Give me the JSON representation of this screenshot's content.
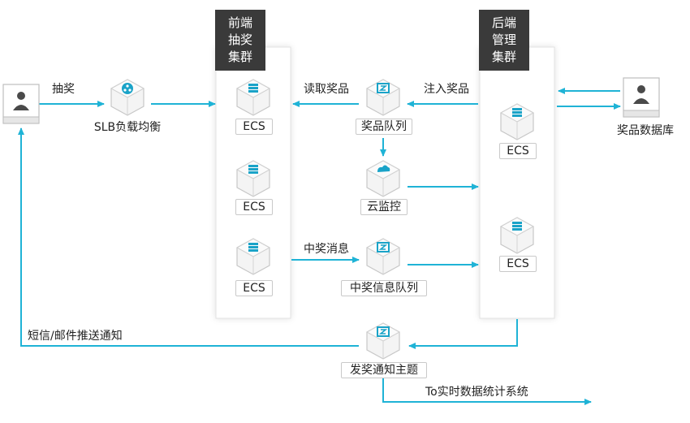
{
  "nodes": {
    "user": {
      "label": ""
    },
    "slb": {
      "label": "SLB负载均衡"
    },
    "ecs_front_1": {
      "label": "ECS"
    },
    "ecs_front_2": {
      "label": "ECS"
    },
    "ecs_front_3": {
      "label": "ECS"
    },
    "prize_queue": {
      "label": "奖品队列"
    },
    "cloud_monitor": {
      "label": "云监控"
    },
    "winning_queue": {
      "label": "中奖信息队列"
    },
    "ecs_back_1": {
      "label": "ECS"
    },
    "ecs_back_2": {
      "label": "ECS"
    },
    "prize_db": {
      "label": "奖品数据库"
    },
    "award_topic": {
      "label": "发奖通知主题"
    }
  },
  "groups": {
    "frontend": {
      "title": "前端\n抽奖\n集群"
    },
    "backend": {
      "title": "后端\n管理\n集群"
    }
  },
  "edges": {
    "user_slb": "抽奖",
    "queue_front": "读取奖品",
    "back_queue": "注入奖品",
    "front_winning": "中奖消息",
    "topic_user": "短信/邮件推送通知",
    "topic_stats": "To实时数据统计系统"
  },
  "colors": {
    "arrow": "#1fb3d6",
    "icon_face": "#1aa3c8",
    "title_bg": "#3a3a3a"
  },
  "icons": {
    "ecs": "server-stack-icon",
    "slb": "load-balancer-icon",
    "queue": "message-queue-icon",
    "monitor": "cloud-monitor-icon",
    "user": "user-icon",
    "db": "database-user-icon"
  }
}
